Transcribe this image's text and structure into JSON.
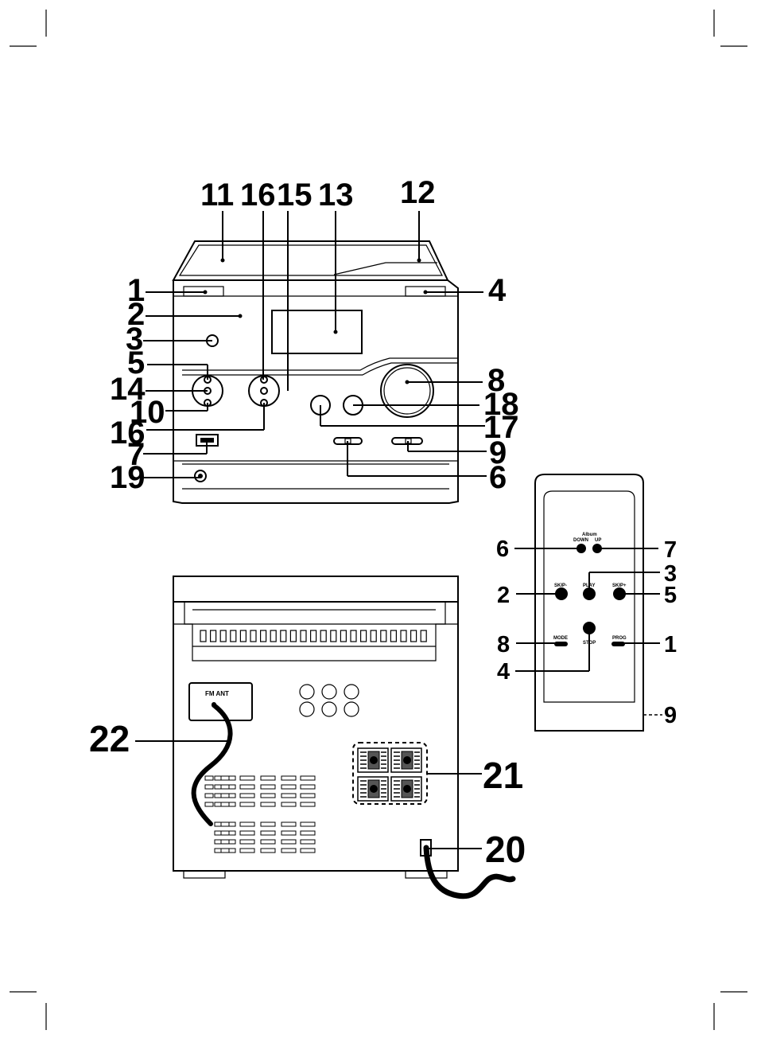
{
  "front_unit": {
    "callouts": {
      "c11": "11",
      "c16a": "16",
      "c15": "15",
      "c13": "13",
      "c12": "12",
      "c1": "1",
      "c4": "4",
      "c2": "2",
      "c3": "3",
      "c5": "5",
      "c8": "8",
      "c14": "14",
      "c18": "18",
      "c10": "10",
      "c17": "17",
      "c16b": "16",
      "c7": "7",
      "c9": "9",
      "c19": "19",
      "c6": "6"
    }
  },
  "remote": {
    "button_labels": {
      "album": "Album",
      "down": "DOWN",
      "up": "UP",
      "skip_prev": "SKIP-",
      "play": "PLAY",
      "skip_next": "SKIP+",
      "mode": "MODE",
      "stop": "STOP",
      "prog": "PROG"
    },
    "callouts": {
      "c6": "6",
      "c7": "7",
      "c3": "3",
      "c2": "2",
      "c5": "5",
      "c8": "8",
      "c1": "1",
      "c4": "4",
      "c9": "9"
    }
  },
  "rear_unit": {
    "fm_ant_label": "FM ANT",
    "callouts": {
      "c22": "22",
      "c21": "21",
      "c20": "20"
    }
  }
}
